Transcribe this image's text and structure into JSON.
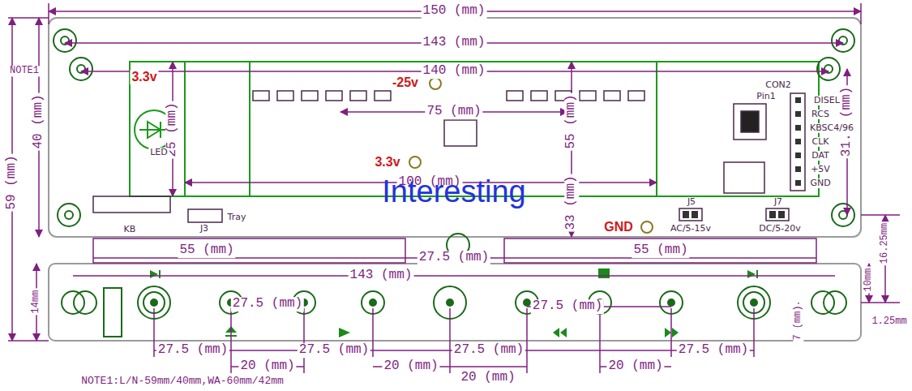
{
  "diagram": {
    "labels": [
      "150 (mm)",
      "143 (mm)",
      "140 (mm)",
      "NOTE1",
      "40 (mm)",
      "59 (mm)",
      "3.3v",
      "-25v",
      "75 (mm)",
      "25 (mm)",
      "LED",
      "3.3v",
      "100 (mm)",
      "55 (mm)",
      "33 (mm)",
      "31.5 (mm)",
      "CON2",
      "DISEL",
      "RCS",
      "KBSC4/96",
      "CLK",
      "DAT",
      "+5V",
      "GND",
      "Pin1",
      "Interesting",
      "J3",
      "Tray",
      "KB",
      "GND",
      "J5",
      "AC/5-15v",
      "J7",
      "DC/5-20v",
      "55 (mm)",
      "27.5 (mm)",
      "55 (mm)",
      "143 (mm)",
      "14mm",
      "10mm",
      "16.25mm",
      "1.25mm",
      "27.5 (mm)",
      "27.5 (mm)",
      "7 (mm)",
      "27.5 (mm)",
      "27.5 (mm)",
      "27.5 (mm)",
      "27.5 (mm)",
      "20 (mm)",
      "20 (mm)",
      "20 (mm)",
      "20 (mm)",
      "NOTE1:L/N-59mm/40mm,WA-60mm/42mm"
    ]
  }
}
